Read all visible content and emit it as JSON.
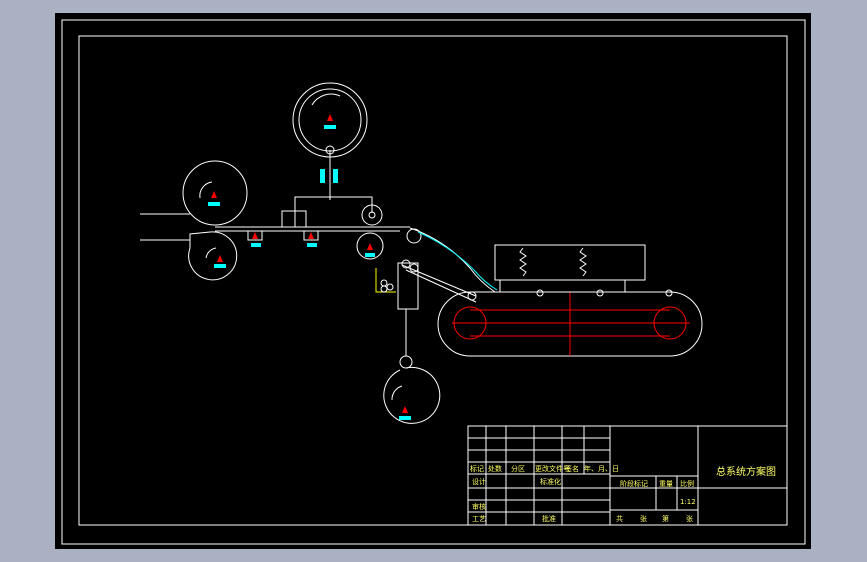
{
  "colors": {
    "background": "#a9b1c2",
    "sheet": "#000000",
    "line": "#ffffff",
    "accent_cyan": "#00ffff",
    "accent_red": "#ff0000",
    "text_yellow": "#ffff66"
  },
  "title_block": {
    "drawing_title": "总系统方案图",
    "scale": "1:12",
    "row_labels": {
      "mark": "标记",
      "count": "处数",
      "zone": "分区",
      "change_doc": "更改文件号",
      "signature": "签名",
      "date": "年、月、日",
      "design": "设计",
      "standardize": "标准化",
      "review": "审核",
      "process": "工艺",
      "approve": "批准",
      "stage_mark": "阶段标记",
      "weight": "重量",
      "ratio": "比例"
    },
    "sheet_info": {
      "total": "共",
      "sheets_a": "张",
      "number": "第",
      "sheets_b": "张"
    }
  }
}
